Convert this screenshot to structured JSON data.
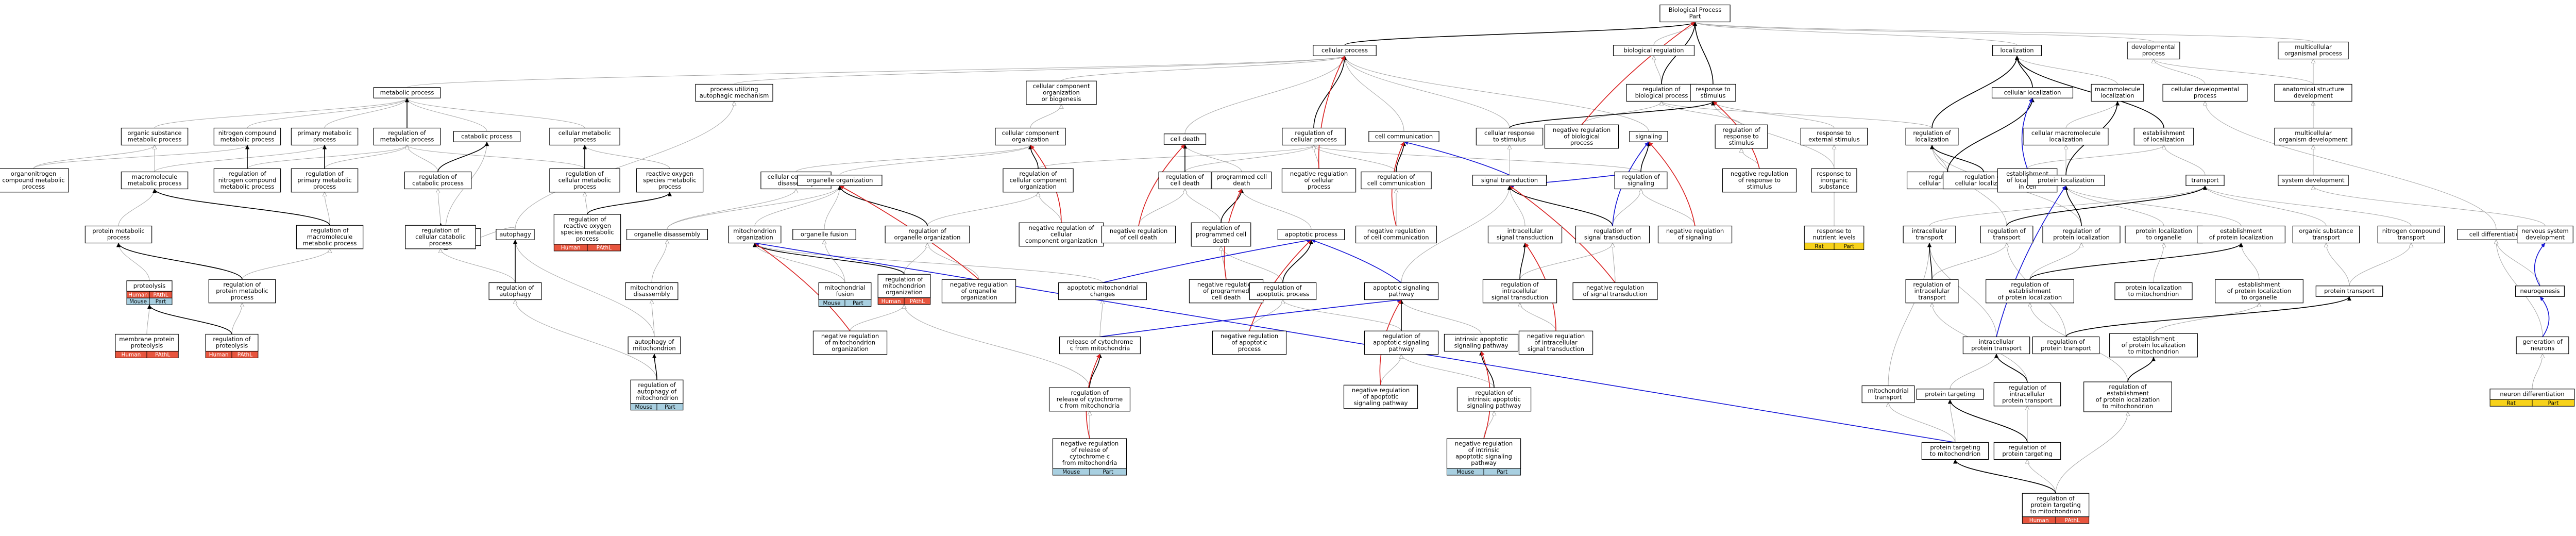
{
  "colors": {
    "human": "#e8553e",
    "pathl": "#e8553e",
    "mouse": "#a8cfe0",
    "rat": "#f7d21b",
    "edge_is_a": "#a8a8a8",
    "edge_part_of": "#000000",
    "edge_regulates_neg": "#d92020",
    "edge_regulates_pos": "#1515d6"
  },
  "nodes": [
    {
      "id": "bp",
      "label": [
        "Biological Process",
        "Part"
      ]
    },
    {
      "id": "biolreg",
      "label": [
        "biological regulation"
      ]
    },
    {
      "id": "regbp",
      "label": [
        "regulation of",
        "biological process"
      ]
    },
    {
      "id": "respstim",
      "label": [
        "response to",
        "stimulus"
      ]
    },
    {
      "id": "cellproc",
      "label": [
        "cellular process"
      ]
    },
    {
      "id": "localization",
      "label": [
        "localization"
      ]
    },
    {
      "id": "devproc",
      "label": [
        "developmental",
        "process"
      ]
    },
    {
      "id": "multiorg",
      "label": [
        "multicellular",
        "organismal process"
      ]
    },
    {
      "id": "metab",
      "label": [
        "metabolic process"
      ]
    },
    {
      "id": "procautoph",
      "label": [
        "process utilizing",
        "autophagic mechanism"
      ]
    },
    {
      "id": "ccobio",
      "label": [
        "cellular component",
        "organization",
        "or biogenesis"
      ]
    },
    {
      "id": "orgsub",
      "label": [
        "organic substance",
        "metabolic process"
      ]
    },
    {
      "id": "nitro",
      "label": [
        "nitrogen compound",
        "metabolic process"
      ]
    },
    {
      "id": "primmet",
      "label": [
        "primary metabolic",
        "process"
      ]
    },
    {
      "id": "regmet",
      "label": [
        "regulation of",
        "metabolic process"
      ]
    },
    {
      "id": "catab",
      "label": [
        "catabolic process"
      ]
    },
    {
      "id": "cellmet",
      "label": [
        "cellular metabolic",
        "process"
      ]
    },
    {
      "id": "ccorg",
      "label": [
        "cellular component",
        "organization"
      ]
    },
    {
      "id": "celldeath",
      "label": [
        "cell death"
      ]
    },
    {
      "id": "regcellproc",
      "label": [
        "regulation of",
        "cellular process"
      ]
    },
    {
      "id": "cellcomm",
      "label": [
        "cell communication"
      ]
    },
    {
      "id": "cellresp",
      "label": [
        "cellular response",
        "to stimulus"
      ]
    },
    {
      "id": "negregbp",
      "label": [
        "negative regulation",
        "of biological",
        "process"
      ]
    },
    {
      "id": "signaling",
      "label": [
        "signaling"
      ]
    },
    {
      "id": "regresp",
      "label": [
        "regulation of",
        "response to",
        "stimulus"
      ]
    },
    {
      "id": "respext",
      "label": [
        "response to",
        "external stimulus"
      ]
    },
    {
      "id": "regloc",
      "label": [
        "regulation of",
        "localization"
      ]
    },
    {
      "id": "cellloc",
      "label": [
        "cellular localization"
      ]
    },
    {
      "id": "macroloc",
      "label": [
        "macromolecule",
        "localization"
      ]
    },
    {
      "id": "celldev",
      "label": [
        "cellular developmental",
        "process"
      ]
    },
    {
      "id": "anatdev",
      "label": [
        "anatomical structure",
        "development"
      ]
    },
    {
      "id": "orgnitro",
      "label": [
        "organonitrogen",
        "compound metabolic",
        "process"
      ]
    },
    {
      "id": "macromet",
      "label": [
        "macromolecule",
        "metabolic process"
      ]
    },
    {
      "id": "regnitro",
      "label": [
        "regulation of",
        "nitrogen compound",
        "metabolic process"
      ]
    },
    {
      "id": "regprim",
      "label": [
        "regulation of",
        "primary metabolic",
        "process"
      ]
    },
    {
      "id": "regcatab",
      "label": [
        "regulation of",
        "catabolic process"
      ]
    },
    {
      "id": "cellcatab",
      "label": [
        "cellular catabolic",
        "process"
      ]
    },
    {
      "id": "regcellmet",
      "label": [
        "regulation of",
        "cellular metabolic",
        "process"
      ]
    },
    {
      "id": "ros",
      "label": [
        "reactive oxygen",
        "species metabolic",
        "process"
      ]
    },
    {
      "id": "ccdisas",
      "label": [
        "cellular component",
        "disassembly"
      ]
    },
    {
      "id": "organorg",
      "label": [
        "organelle organization"
      ]
    },
    {
      "id": "regccorg",
      "label": [
        "regulation of",
        "cellular component",
        "organization"
      ]
    },
    {
      "id": "regcelldeath",
      "label": [
        "regulation of",
        "cell death"
      ]
    },
    {
      "id": "pcd",
      "label": [
        "programmed cell",
        "death"
      ]
    },
    {
      "id": "negregcellproc",
      "label": [
        "negative regulation",
        "of cellular",
        "process"
      ]
    },
    {
      "id": "regcellcomm",
      "label": [
        "regulation of",
        "cell communication"
      ]
    },
    {
      "id": "signaltrans",
      "label": [
        "signal transduction"
      ]
    },
    {
      "id": "regsignaling",
      "label": [
        "regulation of",
        "signaling"
      ]
    },
    {
      "id": "negregresp",
      "label": [
        "negative regulation",
        "of response to",
        "stimulus"
      ]
    },
    {
      "id": "respinorg",
      "label": [
        "response to",
        "inorganic",
        "substance"
      ]
    },
    {
      "id": "regcellloc",
      "label": [
        "regulation of",
        "cellular localization"
      ]
    },
    {
      "id": "cellmacroloc",
      "label": [
        "cellular macromolecule",
        "localization"
      ]
    },
    {
      "id": "estloc",
      "label": [
        "establishment",
        "of localization"
      ]
    },
    {
      "id": "multidev",
      "label": [
        "multicellular",
        "organism development"
      ]
    },
    {
      "id": "protmet",
      "label": [
        "protein metabolic",
        "process"
      ]
    },
    {
      "id": "regmacromet",
      "label": [
        "regulation of",
        "macromolecule",
        "metabolic process"
      ]
    },
    {
      "id": "proteolysis",
      "label": [
        "proteolysis"
      ],
      "badges": [
        [
          "Human",
          "PAthL"
        ],
        [
          "Mouse",
          "Part"
        ]
      ]
    },
    {
      "id": "memprot",
      "label": [
        "membrane protein",
        "proteolysis"
      ],
      "badges": [
        [
          "Human",
          "PAthL"
        ]
      ]
    },
    {
      "id": "regprotmet",
      "label": [
        "regulation of",
        "protein metabolic",
        "process"
      ]
    },
    {
      "id": "regproteolysis",
      "label": [
        "regulation of",
        "proteolysis"
      ],
      "badges": [
        [
          "Human",
          "PAthL"
        ]
      ]
    },
    {
      "id": "regcellcatab",
      "label": [
        "regulation of",
        "cellular catabolic",
        "process"
      ]
    },
    {
      "id": "regros",
      "label": [
        "regulation of",
        "reactive oxygen",
        "species metabolic",
        "process"
      ],
      "badges": [
        [
          "Human",
          "PAthL"
        ]
      ]
    },
    {
      "id": "autophagy",
      "label": [
        "autophagy"
      ]
    },
    {
      "id": "regautophagy",
      "label": [
        "regulation of",
        "autophagy"
      ]
    },
    {
      "id": "orgdisas",
      "label": [
        "organelle disassembly"
      ]
    },
    {
      "id": "mitodisas",
      "label": [
        "mitochondrion",
        "disassembly"
      ]
    },
    {
      "id": "autophmito",
      "label": [
        "autophagy of",
        "mitochondrion"
      ]
    },
    {
      "id": "regautophmito",
      "label": [
        "regulation of",
        "autophagy of",
        "mitochondrion"
      ],
      "badges": [
        [
          "Mouse",
          "Part"
        ]
      ]
    },
    {
      "id": "mitoorg",
      "label": [
        "mitochondrion",
        "organization"
      ]
    },
    {
      "id": "orgfusion",
      "label": [
        "organelle fusion"
      ]
    },
    {
      "id": "mitofusion",
      "label": [
        "mitochondrial",
        "fusion"
      ],
      "badges": [
        [
          "Mouse",
          "Part"
        ]
      ]
    },
    {
      "id": "regorgorg",
      "label": [
        "regulation of",
        "organelle organization"
      ]
    },
    {
      "id": "regmitoorg",
      "label": [
        "regulation of",
        "mitochondrion",
        "organization"
      ],
      "badges": [
        [
          "Human",
          "PAthL"
        ]
      ]
    },
    {
      "id": "negregorgorg",
      "label": [
        "negative regulation",
        "of organelle",
        "organization"
      ]
    },
    {
      "id": "negregmitoorg",
      "label": [
        "negative regulation",
        "of mitochondrion",
        "organization"
      ]
    },
    {
      "id": "negregccorg",
      "label": [
        "negative regulation of",
        "cellular",
        "component organization"
      ]
    },
    {
      "id": "apopmitochanges",
      "label": [
        "apoptotic mitochondrial",
        "changes"
      ]
    },
    {
      "id": "relcytc",
      "label": [
        "release of cytochrome",
        "c from mitochondria"
      ]
    },
    {
      "id": "regrelcytc",
      "label": [
        "regulation of",
        "release of cytochrome",
        "c from mitochondria"
      ]
    },
    {
      "id": "negregrelcytc",
      "label": [
        "negative regulation",
        "of release of",
        "cytochrome c",
        "from mitochondria"
      ],
      "badges": [
        [
          "Mouse",
          "Part"
        ]
      ]
    },
    {
      "id": "negregcelldeath",
      "label": [
        "negative regulation",
        "of cell death"
      ]
    },
    {
      "id": "regpcd",
      "label": [
        "regulation of",
        "programmed cell",
        "death"
      ]
    },
    {
      "id": "negregpcd",
      "label": [
        "negative regulation",
        "of programmed",
        "cell death"
      ]
    },
    {
      "id": "apopproc",
      "label": [
        "apoptotic process"
      ]
    },
    {
      "id": "regapop",
      "label": [
        "regulation of",
        "apoptotic process"
      ]
    },
    {
      "id": "negregapop",
      "label": [
        "negative regulation",
        "of apoptotic",
        "process"
      ]
    },
    {
      "id": "negregcellcomm",
      "label": [
        "negative regulation",
        "of cell communication"
      ]
    },
    {
      "id": "apopsig",
      "label": [
        "apoptotic signaling",
        "pathway"
      ]
    },
    {
      "id": "regapopsig",
      "label": [
        "regulation of",
        "apoptotic signaling",
        "pathway"
      ]
    },
    {
      "id": "negregapopsig",
      "label": [
        "negative regulation",
        "of apoptotic",
        "signaling pathway"
      ]
    },
    {
      "id": "intrapop",
      "label": [
        "intrinsic apoptotic",
        "signaling pathway"
      ]
    },
    {
      "id": "regintrapop",
      "label": [
        "regulation of",
        "intrinsic apoptotic",
        "signaling pathway"
      ]
    },
    {
      "id": "negregintrapop",
      "label": [
        "negative regulation",
        "of intrinsic",
        "apoptotic signaling",
        "pathway"
      ],
      "badges": [
        [
          "Mouse",
          "Part"
        ]
      ]
    },
    {
      "id": "intrasig",
      "label": [
        "intracellular",
        "signal transduction"
      ]
    },
    {
      "id": "regsigtrans",
      "label": [
        "regulation of",
        "signal transduction"
      ]
    },
    {
      "id": "negregsignaling",
      "label": [
        "negative regulation",
        "of signaling"
      ]
    },
    {
      "id": "regintrasig",
      "label": [
        "regulation of",
        "intracellular",
        "signal transduction"
      ]
    },
    {
      "id": "negregsigtrans",
      "label": [
        "negative regulation",
        "of signal transduction"
      ]
    },
    {
      "id": "negregintrasig",
      "label": [
        "negative regulation",
        "of intracellular",
        "signal transduction"
      ]
    },
    {
      "id": "respnutr",
      "label": [
        "response to",
        "nutrient levels"
      ],
      "badges": [
        [
          "Rat",
          "Part"
        ]
      ]
    },
    {
      "id": "regcellloc2",
      "label": [
        "regulation of",
        "cellular localization"
      ]
    },
    {
      "id": "estlocincell",
      "label": [
        "establishment",
        "of localization",
        "in cell"
      ]
    },
    {
      "id": "protloc",
      "label": [
        "protein localization"
      ]
    },
    {
      "id": "transport",
      "label": [
        "transport"
      ]
    },
    {
      "id": "systemdev",
      "label": [
        "system development"
      ]
    },
    {
      "id": "intratrans",
      "label": [
        "intracellular",
        "transport"
      ]
    },
    {
      "id": "regtransport",
      "label": [
        "regulation of",
        "transport"
      ]
    },
    {
      "id": "regprotloc",
      "label": [
        "regulation of",
        "protein localization"
      ]
    },
    {
      "id": "protloctoorg",
      "label": [
        "protein localization",
        "to organelle"
      ]
    },
    {
      "id": "estprotloc",
      "label": [
        "establishment",
        "of protein localization"
      ]
    },
    {
      "id": "orgsubtrans",
      "label": [
        "organic substance",
        "transport"
      ]
    },
    {
      "id": "nitrotrans",
      "label": [
        "nitrogen compound",
        "transport"
      ]
    },
    {
      "id": "celldiff",
      "label": [
        "cell differentiation"
      ]
    },
    {
      "id": "nsdev",
      "label": [
        "nervous system",
        "development"
      ]
    },
    {
      "id": "regintratrans",
      "label": [
        "regulation of",
        "intracellular",
        "transport"
      ]
    },
    {
      "id": "regestprotloc",
      "label": [
        "regulation of",
        "establishment",
        "of protein localization"
      ]
    },
    {
      "id": "protloctomito",
      "label": [
        "protein localization",
        "to mitochondrion"
      ]
    },
    {
      "id": "estprotloctoorg",
      "label": [
        "establishment",
        "of protein localization",
        "to organelle"
      ]
    },
    {
      "id": "prottrans",
      "label": [
        "protein transport"
      ]
    },
    {
      "id": "neurogenesis",
      "label": [
        "neurogenesis"
      ]
    },
    {
      "id": "intraprottrans",
      "label": [
        "intracellular",
        "protein transport"
      ]
    },
    {
      "id": "regprottrans",
      "label": [
        "regulation of",
        "protein transport"
      ]
    },
    {
      "id": "estprotloctomito",
      "label": [
        "establishment",
        "of protein localization",
        "to mitochondrion"
      ]
    },
    {
      "id": "genneurons",
      "label": [
        "generation of",
        "neurons"
      ]
    },
    {
      "id": "mitotrans",
      "label": [
        "mitochondrial",
        "transport"
      ]
    },
    {
      "id": "prottarget",
      "label": [
        "protein targeting"
      ]
    },
    {
      "id": "regintraprottrans",
      "label": [
        "regulation of",
        "intracellular",
        "protein transport"
      ]
    },
    {
      "id": "regestprotloctomito",
      "label": [
        "regulation of",
        "establishment",
        "of protein localization",
        "to mitochondrion"
      ]
    },
    {
      "id": "neurondiff",
      "label": [
        "neuron differentiation"
      ],
      "badges": [
        [
          "Rat",
          "Part"
        ]
      ]
    },
    {
      "id": "prottargetmito",
      "label": [
        "protein targeting",
        "to mitochondrion"
      ]
    },
    {
      "id": "regprottarget",
      "label": [
        "regulation of",
        "protein targeting"
      ]
    },
    {
      "id": "regprottargetmito",
      "label": [
        "regulation of",
        "protein targeting",
        "to mitochondrion"
      ],
      "badges": [
        [
          "Human",
          "PAthL"
        ]
      ]
    }
  ]
}
